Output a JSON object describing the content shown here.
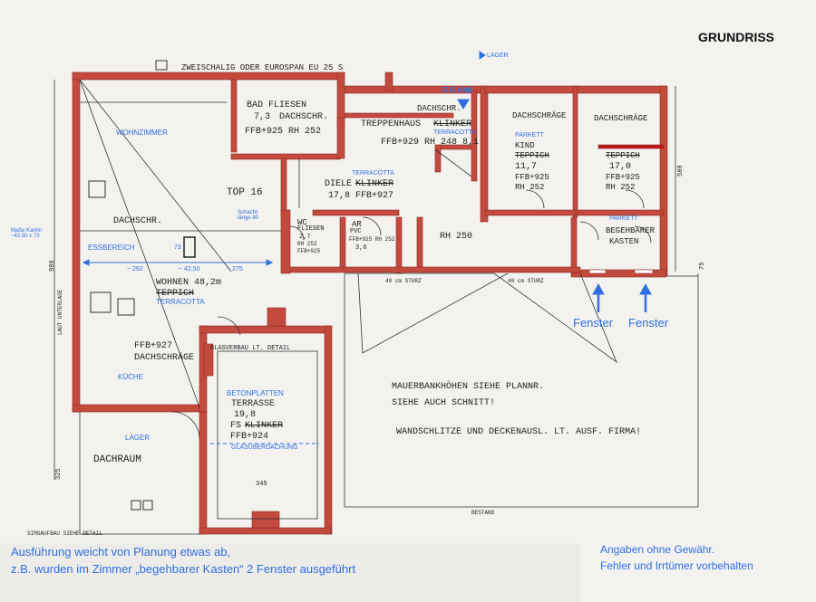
{
  "page_title": "GRUNDRISS",
  "top_header": "ZWEISCHALIG ODER EUROSPAN EU 25 S",
  "lager_top": "LAGER",
  "rooms": {
    "wohnzimmer": "WOHNZIMMER",
    "bad": [
      "BAD FLIESEN",
      "7,3",
      "DACHSCHR.",
      "FFB+925 RH 252"
    ],
    "treppenhaus": [
      "DACHSCHR.",
      "TREPPENHAUS",
      "KLINKER",
      "TERRACOTTA",
      "FFB+929 RH 248 8,1"
    ],
    "zugang": "ZUGANG",
    "kind": [
      "DACHSCHRÄGE",
      "PARKETT",
      "KIND",
      "TEPPICH",
      "11,7",
      "FFB+925",
      "RH 252"
    ],
    "dachschraege_r": [
      "DACHSCHRÄGE",
      "TEPPICH",
      "17,0",
      "FFB+925",
      "RH 252"
    ],
    "diele": [
      "TERRACOTTA",
      "DIELE",
      "KLINKER",
      "17,8",
      "FFB+927"
    ],
    "top16": "TOP 16",
    "schacht": "Schacht-länge 80",
    "wc": [
      "WC",
      "FLIESEN",
      "2,7",
      "RH 252",
      "FFB+925"
    ],
    "ar": [
      "AR",
      "PVC",
      "FFB+925 RH 252",
      "3,6"
    ],
    "rh250": "RH 250",
    "kasten": [
      "PARKETT",
      "BEGEHBARER",
      "KASTEN"
    ],
    "dachschr_l": "DACHSCHR.",
    "essbereich": "ESSBEREICH",
    "masse_kamin": "Maße Kamin ~42,50 x 73",
    "wohnen": [
      "WOHNEN 48,2m",
      "TEPPICH",
      "TERRACOTTA"
    ],
    "kueche": [
      "FFB+927",
      "DACHSCHRÄGE",
      "KÜCHE"
    ],
    "terrasse": [
      "BETONPLATTEN",
      "TERRASSE",
      "19,8",
      "FS",
      "KLINKER",
      "FFB+924",
      "GLASÜBERDACHUNG"
    ],
    "glasverbau": "GLASVERBAU LT. DETAIL",
    "dachraum": [
      "LAGER",
      "DACHRAUM"
    ],
    "dims_blue": [
      "~ 292",
      "~ 42,50",
      "~ 275",
      "73"
    ],
    "sturz": [
      "40 cm STURZ",
      "40 cm STURZ"
    ],
    "fenster": [
      "Fenster",
      "Fenster"
    ],
    "bestand": "BESTAND",
    "gesims": "SIMSAUFBAU SIEHE DETAIL",
    "vertical_left": "LAUT UNTERLAGE",
    "width_marks": [
      "980",
      "580",
      "325",
      "345",
      "75"
    ]
  },
  "notes_plan": [
    "MAUERBANKHÖHEN SIEHE PLANNR.",
    "SIEHE AUCH SCHNITT!",
    "WANDSCHLITZE UND DECKENAUSL. LT. AUSF. FIRMA!"
  ],
  "footer_left": [
    "Ausführung weicht von Planung etwas ab,",
    "z.B. wurden im Zimmer „begehbarer Kasten“ 2 Fenster ausgeführt"
  ],
  "footer_right": [
    "Angaben ohne Gewähr.",
    "Fehler und Irrtümer vorbehalten"
  ],
  "colors": {
    "wall": "#c44a3e",
    "wall_dark": "#8c2b22",
    "annot": "#2f6fe0",
    "ink": "#222222",
    "paper": "#f3f2ef"
  }
}
